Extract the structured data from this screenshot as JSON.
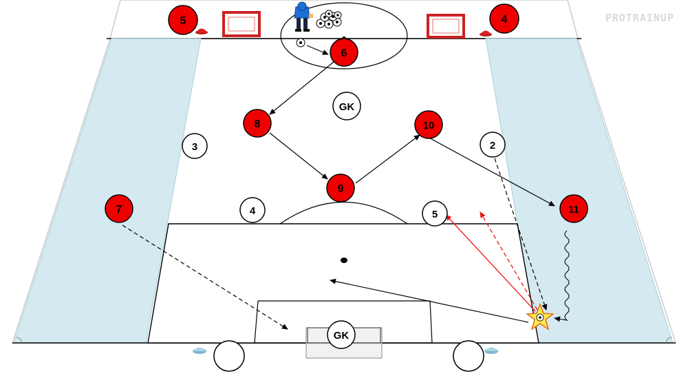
{
  "watermark": "PROTRAINUP",
  "colors": {
    "red_player": "#ee0000",
    "white_player": "#ffffff",
    "wide_zone": "#d4e9f0",
    "pass_line": "#000000",
    "red_arrow": "#ee1111",
    "goal_red": "#cc2222",
    "cone_red": "#e02020",
    "cone_blue": "#a8d4e6",
    "keeper_blue": "#1f6fd6"
  },
  "top_markers": [
    {
      "id": "marker-red-5",
      "number": "5"
    },
    {
      "id": "marker-red-4",
      "number": "4"
    }
  ],
  "red_players": [
    {
      "id": "red-6",
      "number": "6"
    },
    {
      "id": "red-8",
      "number": "8"
    },
    {
      "id": "red-10",
      "number": "10"
    },
    {
      "id": "red-9",
      "number": "9"
    },
    {
      "id": "red-7",
      "number": "7"
    },
    {
      "id": "red-11",
      "number": "11"
    }
  ],
  "white_players": [
    {
      "id": "white-3",
      "number": "3"
    },
    {
      "id": "white-2",
      "number": "2"
    },
    {
      "id": "white-4",
      "number": "4"
    },
    {
      "id": "white-5",
      "number": "5"
    }
  ],
  "goalkeepers": [
    {
      "id": "gk-top",
      "label": "GK"
    },
    {
      "id": "gk-bottom",
      "label": "GK"
    }
  ]
}
